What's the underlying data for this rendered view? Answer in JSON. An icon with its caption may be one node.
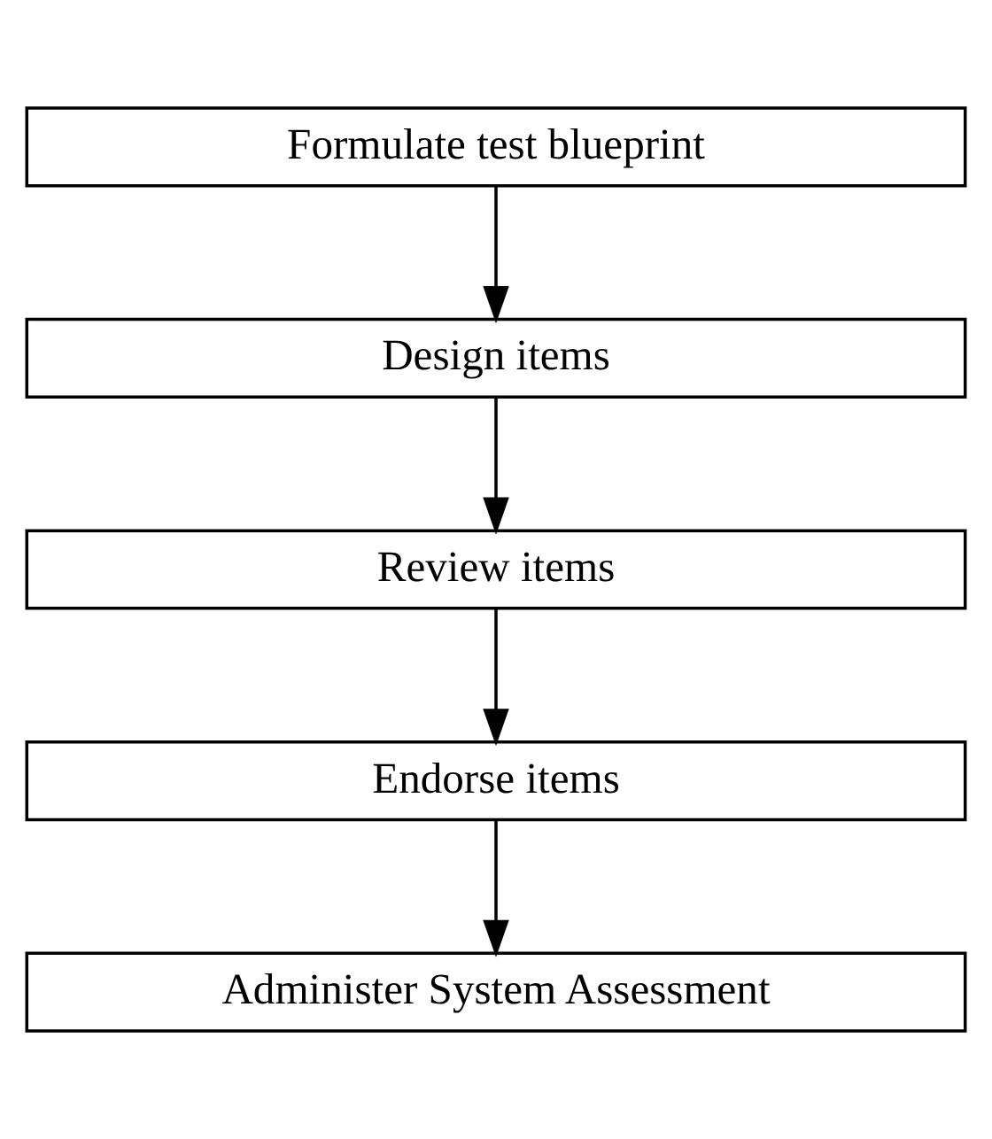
{
  "diagram": {
    "nodes": [
      {
        "text": [
          "Formulate test blueprint"
        ]
      },
      {
        "text": [
          "Design items"
        ]
      },
      {
        "text": [
          "Review items"
        ]
      },
      {
        "text": [
          "Endorse items"
        ]
      },
      {
        "text": [
          "Administer System Assessment"
        ]
      }
    ],
    "edges": [
      {
        "from": 0,
        "to": 1,
        "arrow": "to"
      },
      {
        "from": 1,
        "to": 2,
        "arrow": "to"
      },
      {
        "from": 2,
        "to": 3,
        "arrow": "to"
      },
      {
        "from": 3,
        "to": 4,
        "arrow": "to"
      }
    ]
  }
}
